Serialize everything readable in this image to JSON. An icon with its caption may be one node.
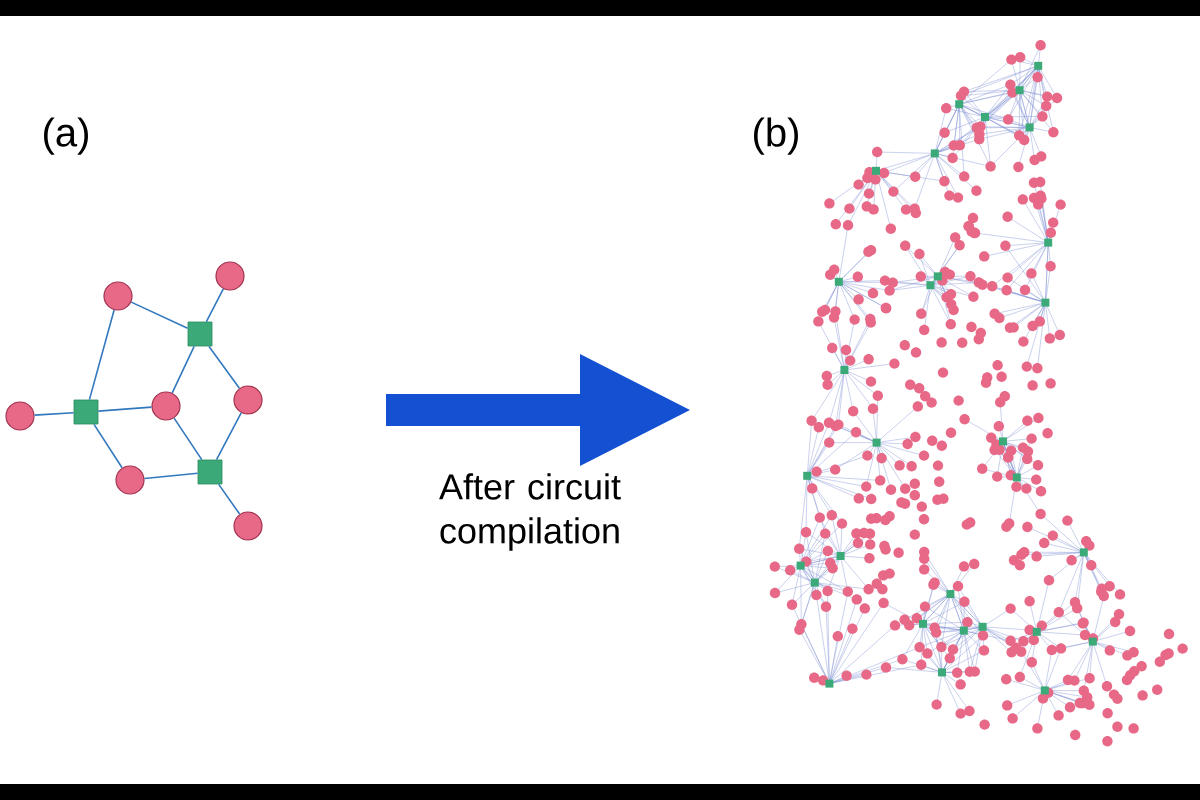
{
  "diagram": {
    "nodes": [
      {
        "text": [],
        "shape": "circle"
      },
      {
        "text": [],
        "shape": "circle"
      },
      {
        "text": [],
        "shape": "box"
      },
      {
        "text": [],
        "shape": "circle"
      },
      {
        "text": [],
        "shape": "box"
      },
      {
        "text": [],
        "shape": "circle"
      },
      {
        "text": [],
        "shape": "circle"
      },
      {
        "text": [],
        "shape": "circle"
      },
      {
        "text": [],
        "shape": "box"
      },
      {
        "text": [],
        "shape": "circle"
      }
    ],
    "edges": [
      {
        "from": 2,
        "to": 0,
        "arrow": "none"
      },
      {
        "from": 2,
        "to": 1,
        "arrow": "none"
      },
      {
        "from": 2,
        "to": 5,
        "arrow": "none"
      },
      {
        "from": 2,
        "to": 6,
        "arrow": "none"
      },
      {
        "from": 4,
        "to": 3,
        "arrow": "none"
      },
      {
        "from": 4,
        "to": 1,
        "arrow": "none"
      },
      {
        "from": 4,
        "to": 5,
        "arrow": "none"
      },
      {
        "from": 4,
        "to": 7,
        "arrow": "none"
      },
      {
        "from": 8,
        "to": 5,
        "arrow": "none"
      },
      {
        "from": 8,
        "to": 6,
        "arrow": "none"
      },
      {
        "from": 8,
        "to": 7,
        "arrow": "none"
      },
      {
        "from": 8,
        "to": 9,
        "arrow": "none"
      }
    ],
    "labels": [
      "(a)",
      "(b)",
      "After circuit compilation"
    ]
  }
}
